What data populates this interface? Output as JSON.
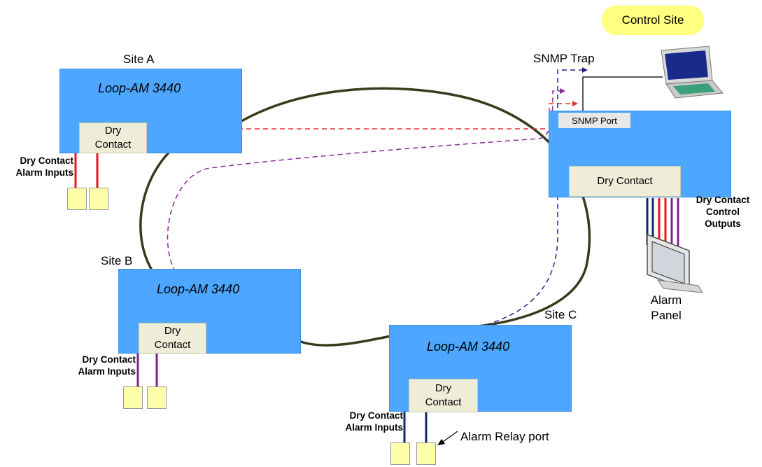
{
  "control_site": {
    "label": "Control Site"
  },
  "snmp_trap": {
    "label": "SNMP Trap"
  },
  "site_a": {
    "name": "Site A",
    "device": "Loop-AM 3440",
    "dry_contact": "Dry\nContact",
    "inputs_label": "Dry Contact\nAlarm Inputs"
  },
  "site_b": {
    "name": "Site B",
    "device": "Loop-AM 3440",
    "dry_contact": "Dry\nContact",
    "inputs_label": "Dry Contact\nAlarm Inputs"
  },
  "site_c": {
    "name": "Site C",
    "device": "Loop-AM 3440",
    "dry_contact": "Dry\nContact",
    "inputs_label": "Dry Contact\nAlarm Inputs",
    "relay_label": "Alarm Relay port"
  },
  "control_device": {
    "snmp_port": "SNMP Port",
    "dry_contact": "Dry Contact",
    "outputs_label": "Dry Contact\nControl\nOutputs"
  },
  "alarm_panel": {
    "label": "Alarm\nPanel"
  },
  "colors": {
    "device_fill": "#4da6ff",
    "ring": "#3a3a1e",
    "wire_red": "#e8141c",
    "wire_purple": "#80208a",
    "wire_navy": "#0c2a6a",
    "dash_red": "#e83030",
    "dash_purple": "#8a2a9a",
    "dash_blue": "#24248a",
    "pill": "#ffff80"
  }
}
